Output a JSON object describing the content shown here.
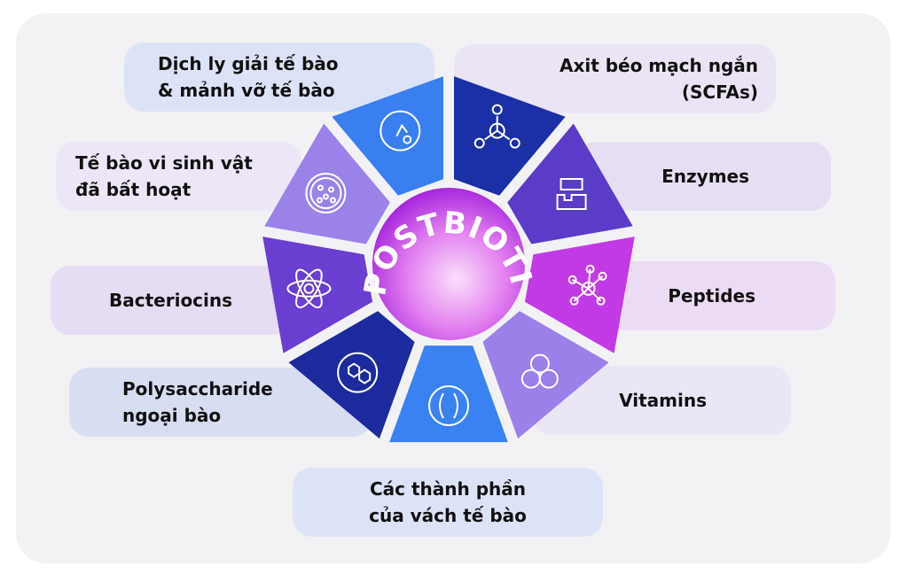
{
  "center": {
    "label": "POSTBIOTICS"
  },
  "items": [
    {
      "id": "lysate",
      "lines": [
        "Dịch ly giải tế bào",
        "& mảnh vỡ tế bào"
      ],
      "segment_color": "#3a7ff0",
      "pill_color": "#dde3f6",
      "icon": "cell-lysate-icon"
    },
    {
      "id": "scfa",
      "lines": [
        "Axit béo mạch ngắn",
        "(SCFAs)"
      ],
      "segment_color": "#1b2fa6",
      "pill_color": "#ebe4f5",
      "icon": "molecule-icon"
    },
    {
      "id": "enzymes",
      "lines": [
        "Enzymes"
      ],
      "segment_color": "#5a3cc8",
      "pill_color": "#e6dff3",
      "icon": "enzyme-block-icon"
    },
    {
      "id": "peptides",
      "lines": [
        "Peptides"
      ],
      "segment_color": "#c23ae6",
      "pill_color": "#ecdcf3",
      "icon": "peptide-network-icon"
    },
    {
      "id": "vitamins",
      "lines": [
        "Vitamins"
      ],
      "segment_color": "#9a80e8",
      "pill_color": "#ebe6f6",
      "icon": "vitamin-capsules-icon"
    },
    {
      "id": "cellwall",
      "lines": [
        "Các thành phần",
        "của vách tế bào"
      ],
      "segment_color": "#3a82f2",
      "pill_color": "#dde3f6",
      "icon": "cell-wall-icon"
    },
    {
      "id": "polysaccharide",
      "lines": [
        "Polysaccharide",
        "ngoại bào"
      ],
      "segment_color": "#1c2a9e",
      "pill_color": "#d8def1",
      "icon": "hexagon-ring-icon"
    },
    {
      "id": "bacteriocins",
      "lines": [
        "Bacteriocins"
      ],
      "segment_color": "#6a3ed0",
      "pill_color": "#e6dcf3",
      "icon": "atom-icon"
    },
    {
      "id": "inactivated",
      "lines": [
        "Tế bào vi sinh vật",
        "đã bất hoạt"
      ],
      "segment_color": "#9a82e8",
      "pill_color": "#ece6f6",
      "icon": "petri-dish-icon"
    }
  ]
}
